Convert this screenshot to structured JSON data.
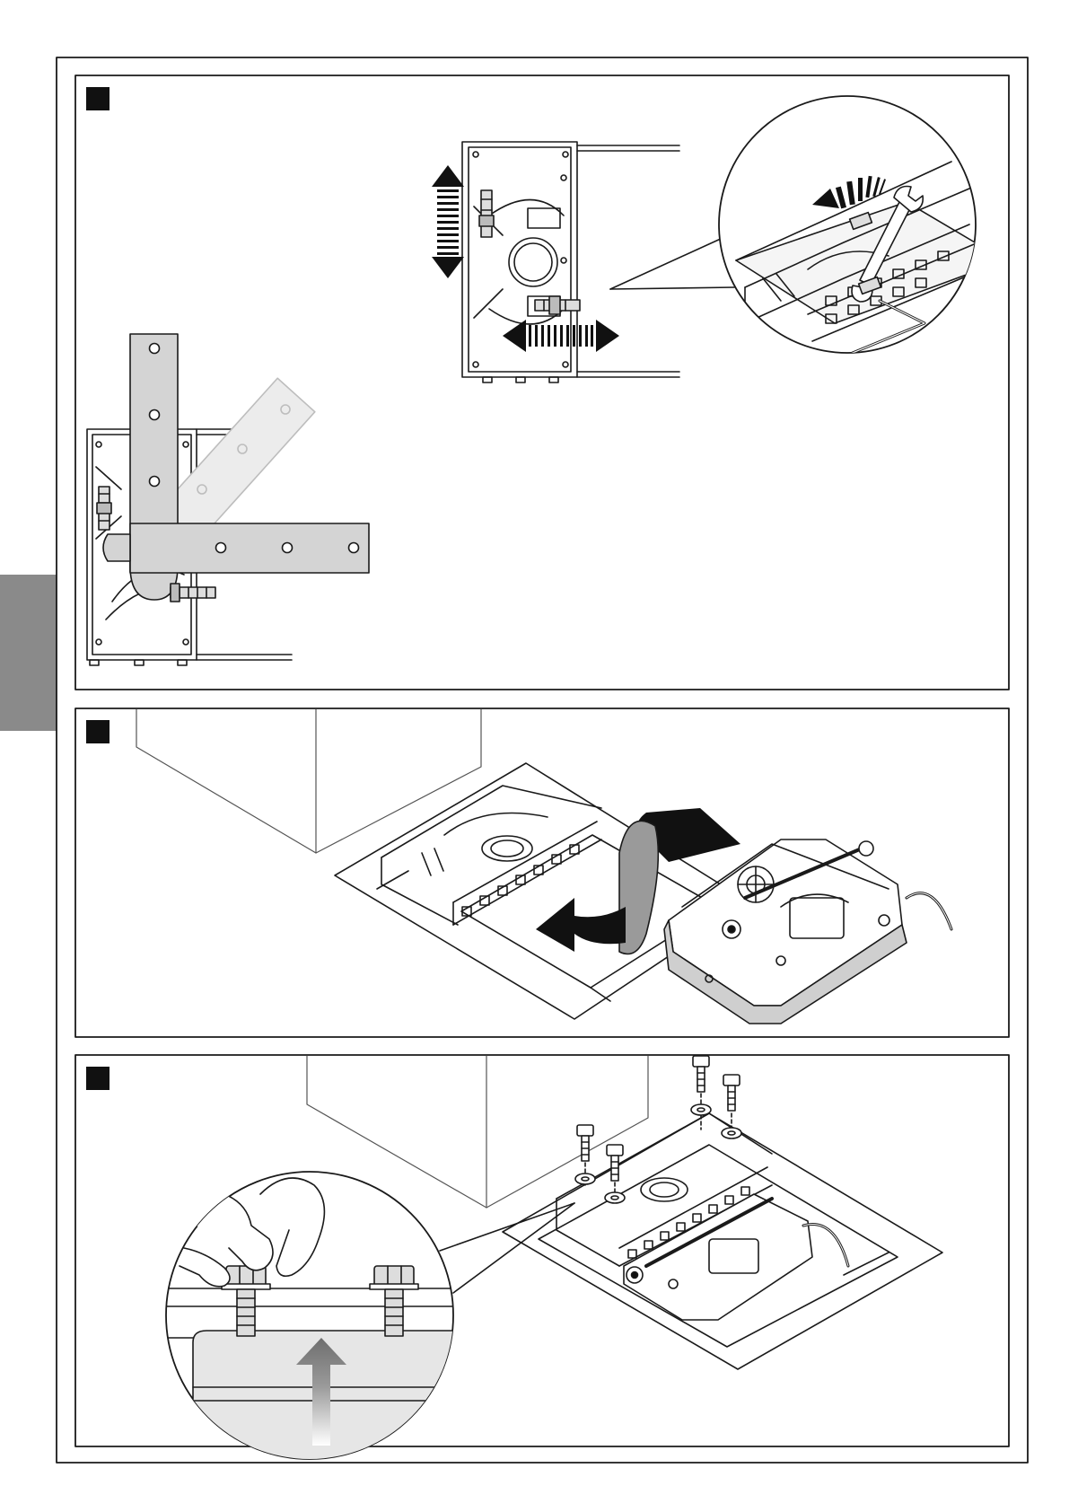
{
  "page": {
    "accent_colors": {
      "ink": "#1a1a1a",
      "plate_fill": "#d4d4d4",
      "plate_ghost": "#ececec",
      "shadow": "#e6e6e6",
      "side_tab": "#8a8a8a",
      "arrow": "#111111",
      "ribbon": "#9a9a9a"
    }
  },
  "panels": [
    {
      "id": "step-1",
      "marker": ""
    },
    {
      "id": "step-2",
      "marker": ""
    },
    {
      "id": "step-3",
      "marker": ""
    }
  ],
  "icons": [
    "vertical-adjust-arrow-icon",
    "horizontal-adjust-arrow-icon",
    "rotation-arrow-icon",
    "wrench-icon",
    "insert-arrow-icon",
    "push-up-arrow-icon",
    "fingers-icon",
    "bolt-icon",
    "washer-icon"
  ]
}
